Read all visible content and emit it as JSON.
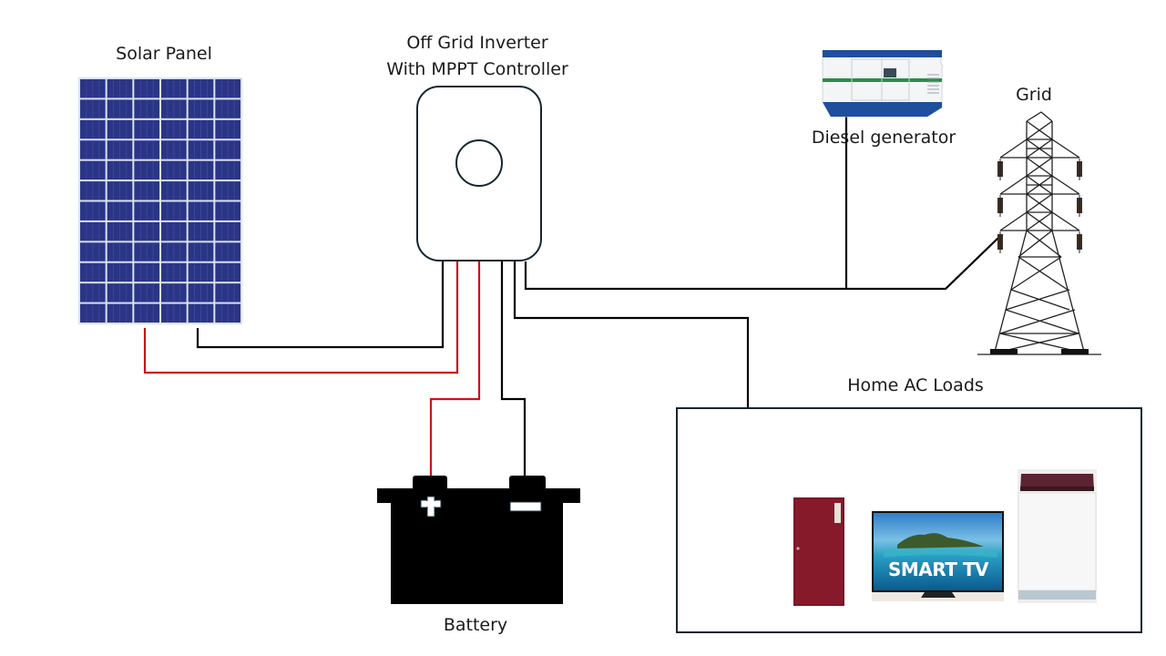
{
  "title": "Off-grid solar system diagram",
  "labels": {
    "solar_panel": "Solar Panel",
    "inverter_line1": "Off Grid Inverter",
    "inverter_line2": "With MPPT Controller",
    "diesel_generator": "Diesel generator",
    "grid": "Grid",
    "home_loads": "Home AC Loads",
    "battery": "Battery",
    "tv_text": "SMART TV"
  },
  "components": [
    {
      "id": "solar-panel",
      "name": "Solar Panel",
      "grid_columns": 6,
      "grid_rows": 12
    },
    {
      "id": "inverter",
      "name": "Off Grid Inverter With MPPT Controller"
    },
    {
      "id": "diesel-generator",
      "name": "Diesel generator"
    },
    {
      "id": "grid",
      "name": "Grid"
    },
    {
      "id": "battery",
      "name": "Battery",
      "terminals": [
        "+",
        "-"
      ]
    },
    {
      "id": "home-ac-loads",
      "name": "Home AC Loads",
      "appliances": [
        "Refrigerator",
        "Smart TV",
        "Washing Machine"
      ]
    }
  ],
  "connections": [
    {
      "from": "solar-panel",
      "to": "inverter",
      "polarity": "negative",
      "color": "#000000"
    },
    {
      "from": "solar-panel",
      "to": "inverter",
      "polarity": "positive",
      "color": "#c8141b"
    },
    {
      "from": "inverter",
      "to": "battery",
      "polarity": "positive",
      "color": "#c8141b"
    },
    {
      "from": "inverter",
      "to": "battery",
      "polarity": "negative",
      "color": "#000000"
    },
    {
      "from": "inverter",
      "to": "diesel-generator",
      "color": "#000000"
    },
    {
      "from": "inverter",
      "to": "grid",
      "color": "#000000"
    },
    {
      "from": "inverter",
      "to": "home-ac-loads",
      "color": "#000000"
    }
  ],
  "colors": {
    "panel_cell": "#2b3585",
    "panel_grid": "#d9e2f0",
    "wire_positive": "#c8141b",
    "wire_negative": "#000000",
    "box_outline": "#13262f"
  }
}
